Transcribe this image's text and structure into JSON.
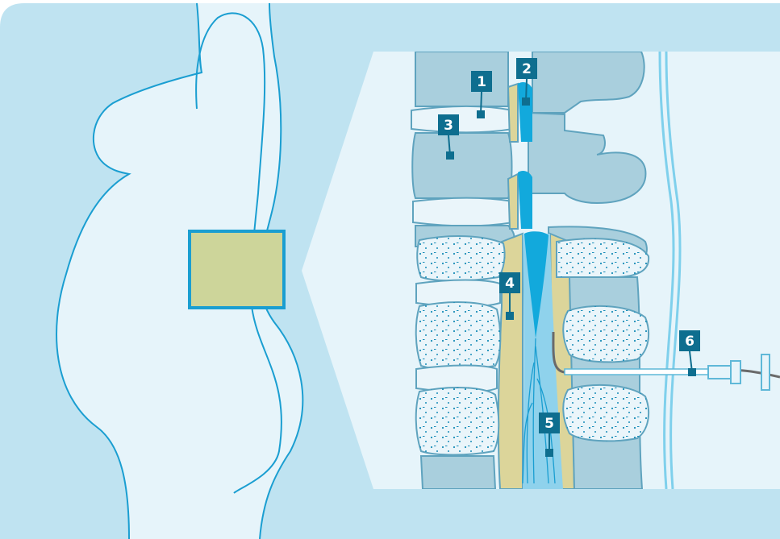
{
  "colors": {
    "panel_bg": "#bfe3f1",
    "body_fill": "#e6f4fa",
    "inset_bg": "#e6f4fa",
    "outline": "#1a9ed1",
    "label_bg": "#0e6e8f",
    "vertebra": "#a9cfdd",
    "vertebra_edge": "#5fa3be",
    "disc": "#eaf5fa",
    "ligament": "#dcd59a",
    "csf": "#8fd2ec",
    "cord": "#12a9dc",
    "highlight_box": "#cdd59a",
    "needle": "#6a6a6a"
  },
  "labels": [
    {
      "id": "1",
      "text": "1"
    },
    {
      "id": "2",
      "text": "2"
    },
    {
      "id": "3",
      "text": "3"
    },
    {
      "id": "4",
      "text": "4"
    },
    {
      "id": "5",
      "text": "5"
    },
    {
      "id": "6",
      "text": "6"
    }
  ],
  "icons": [
    "pregnant-body-outline",
    "spine-cross-section",
    "epidural-needle"
  ]
}
